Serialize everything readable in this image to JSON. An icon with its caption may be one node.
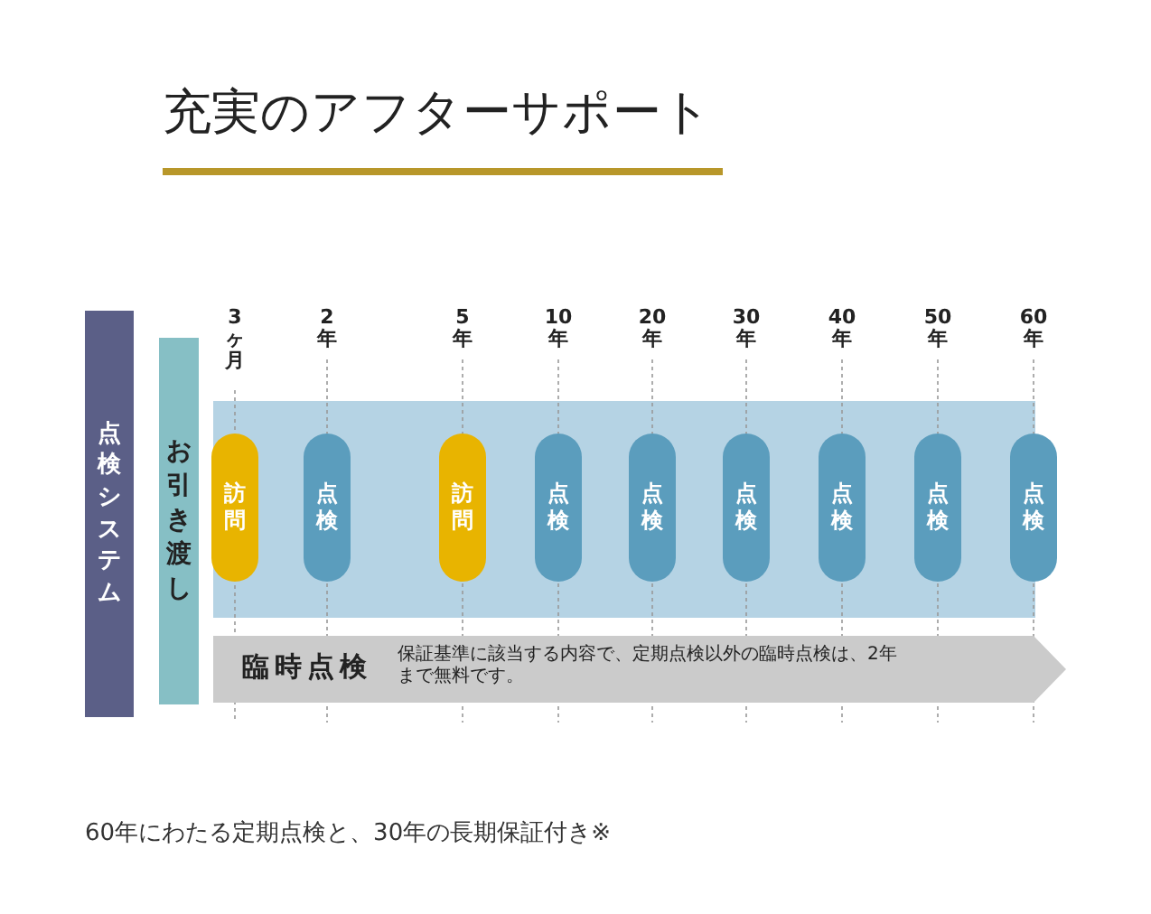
{
  "diagram": {
    "title": "充実のアフターサポート",
    "caption": "60年にわたる定期点検と、30年の長期保証付き※",
    "nodes": [
      {
        "text": [
          "点検システム"
        ]
      },
      {
        "text": [
          "お引き渡し"
        ]
      },
      {
        "text": [],
        "shape": "box"
      },
      {
        "text": [
          "訪問"
        ],
        "in": 2
      },
      {
        "text": [
          "点検"
        ],
        "in": 2
      },
      {
        "text": [
          "訪問"
        ],
        "in": 2
      },
      {
        "text": [
          "点検"
        ],
        "in": 2
      },
      {
        "text": [
          "点検"
        ],
        "in": 2
      },
      {
        "text": [
          "点検"
        ],
        "in": 2
      },
      {
        "text": [
          "点検"
        ],
        "in": 2
      },
      {
        "text": [
          "点検"
        ],
        "in": 2
      },
      {
        "text": [
          "点検"
        ],
        "in": 2
      },
      {
        "text": [
          "臨時点検",
          "保証基準に該当する内容で、定期点検以外の臨時点検は、2年まで無料です。"
        ]
      }
    ],
    "edges": [],
    "labels": [
      "3ヶ月",
      "2年",
      "5年",
      "10年",
      "20年",
      "30年",
      "40年",
      "50年",
      "60年"
    ]
  }
}
